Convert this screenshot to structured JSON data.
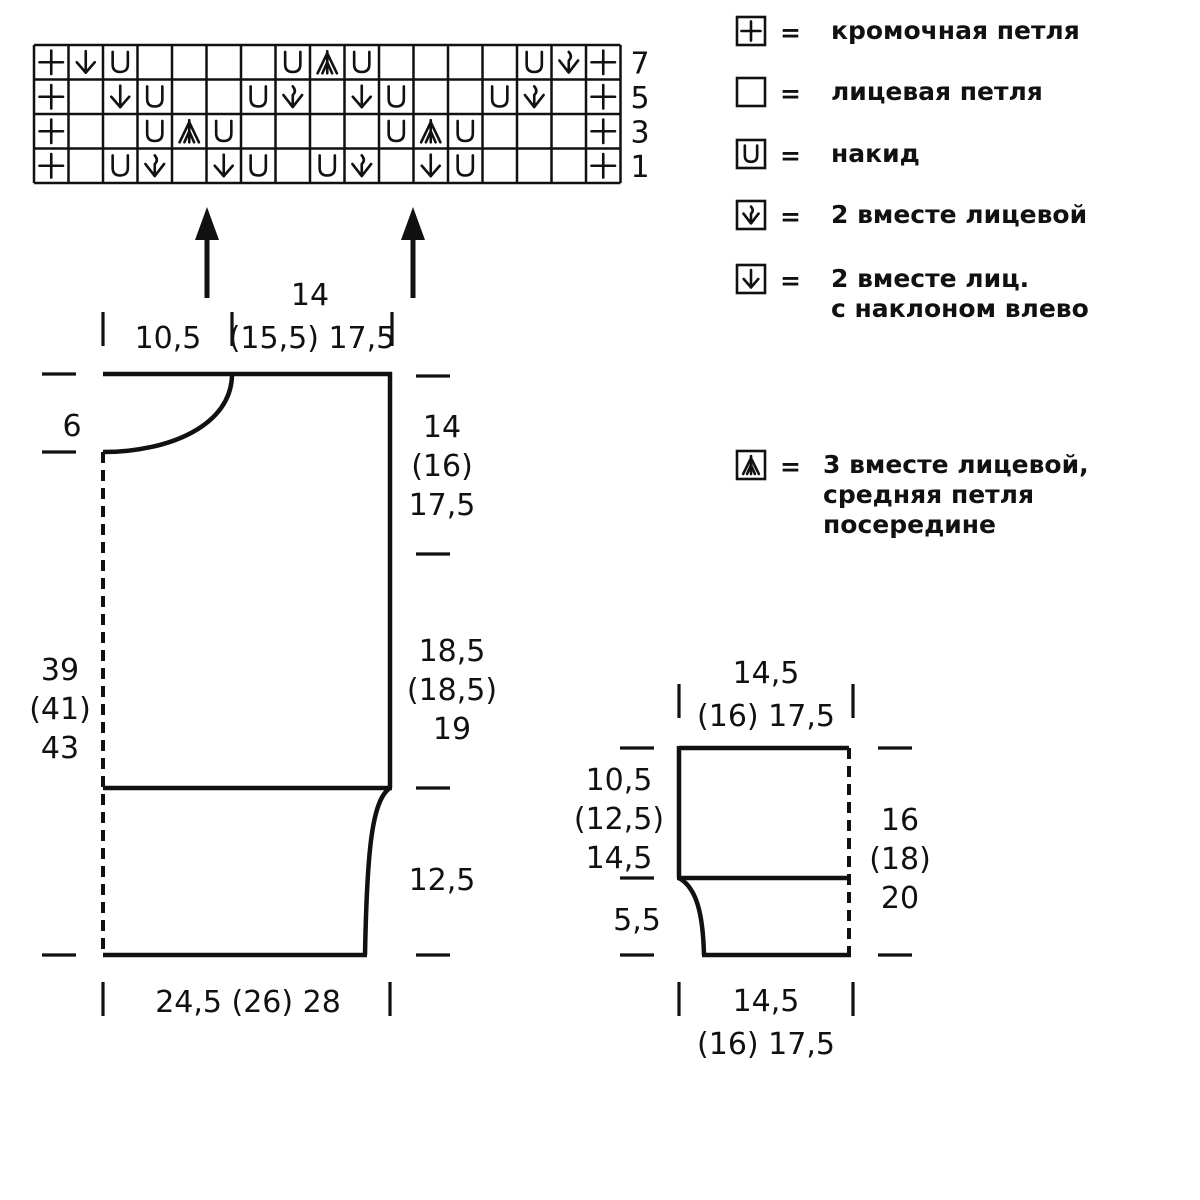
{
  "chart": {
    "rows": [
      {
        "number": "7",
        "cells": [
          "edge",
          "k2tog_l",
          "yo",
          "k",
          "k",
          "k",
          "k",
          "yo",
          "k3tog",
          "yo",
          "k",
          "k",
          "k",
          "k",
          "yo",
          "k2tog",
          "edge"
        ]
      },
      {
        "number": "5",
        "cells": [
          "edge",
          "k",
          "k2tog_l",
          "yo",
          "k",
          "k",
          "yo",
          "k2tog",
          "k",
          "k2tog_l",
          "yo",
          "k",
          "k",
          "yo",
          "k2tog",
          "k",
          "edge"
        ]
      },
      {
        "number": "3",
        "cells": [
          "edge",
          "k",
          "k",
          "yo",
          "k3tog",
          "yo",
          "k",
          "k",
          "k",
          "k",
          "yo",
          "k3tog",
          "yo",
          "k",
          "k",
          "k",
          "edge"
        ]
      },
      {
        "number": "1",
        "cells": [
          "edge",
          "k",
          "yo",
          "k2tog",
          "k",
          "k2tog_l",
          "yo",
          "k",
          "yo",
          "k2tog",
          "k",
          "k2tog_l",
          "yo",
          "k",
          "k",
          "k",
          "edge"
        ]
      }
    ]
  },
  "legend": [
    {
      "symbol": "edge",
      "sign": "=",
      "lines": [
        "кромочная петля"
      ]
    },
    {
      "symbol": "k",
      "sign": "=",
      "lines": [
        "лицевая петля"
      ]
    },
    {
      "symbol": "yo",
      "sign": "=",
      "lines": [
        "накид"
      ]
    },
    {
      "symbol": "k2tog",
      "sign": "=",
      "lines": [
        "2 вместе лицевой"
      ]
    },
    {
      "symbol": "k2tog_l",
      "sign": "=",
      "lines": [
        "2 вместе лиц.",
        "с наклоном влево"
      ]
    },
    {
      "symbol": "k3tog",
      "sign": "=",
      "lines": [
        "3 вместе лицевой,",
        "средняя петля",
        "посередине"
      ]
    }
  ],
  "main_piece": {
    "top_left": "10,5",
    "top_right": [
      "14",
      "(15,5) 17,5"
    ],
    "neck_depth": "6",
    "right_upper": [
      "14",
      "(16)",
      "17,5"
    ],
    "right_middle": [
      "18,5",
      "(18,5)",
      "19"
    ],
    "right_lower": "12,5",
    "left_total": [
      "39",
      "(41)",
      "43"
    ],
    "bottom": "24,5 (26) 28"
  },
  "sleeve_piece": {
    "top": [
      "14,5",
      "(16) 17,5"
    ],
    "left_upper": [
      "10,5",
      "(12,5)",
      "14,5"
    ],
    "left_lower": "5,5",
    "right_total": [
      "16",
      "(18)",
      "20"
    ],
    "bottom": [
      "14,5",
      "(16) 17,5"
    ]
  }
}
